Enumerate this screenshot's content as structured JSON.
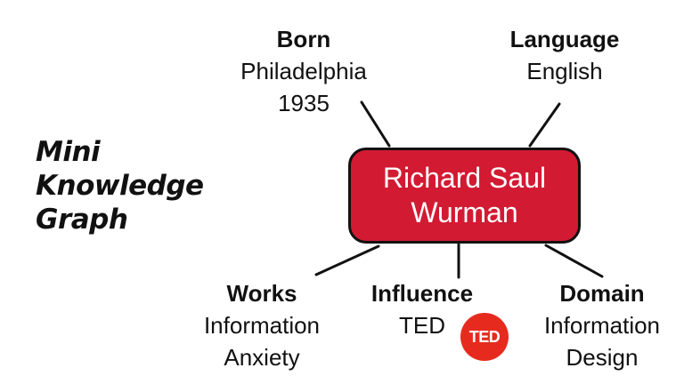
{
  "title": {
    "lines": [
      "Mini",
      "Knowledge",
      "Graph"
    ]
  },
  "center": {
    "lines": [
      "Richard Saul",
      "Wurman"
    ],
    "color": "#d21a32"
  },
  "nodes": {
    "born": {
      "label": "Born",
      "values": [
        "Philadelphia",
        "1935"
      ]
    },
    "language": {
      "label": "Language",
      "values": [
        "English"
      ]
    },
    "works": {
      "label": "Works",
      "values": [
        "Information",
        "Anxiety"
      ]
    },
    "influence": {
      "label": "Influence",
      "values": [
        "TED"
      ],
      "logo": "TED"
    },
    "domain": {
      "label": "Domain",
      "values": [
        "Information",
        "Design"
      ]
    }
  },
  "icons": {
    "ted_logo": "ted-logo-icon"
  },
  "colors": {
    "accent": "#d21a32",
    "ted_red": "#e62b1e",
    "text": "#111111"
  }
}
